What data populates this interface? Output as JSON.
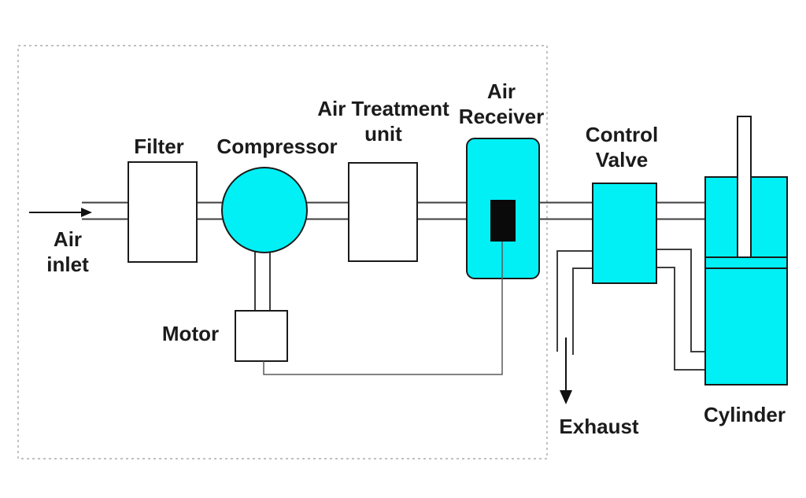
{
  "diagram": {
    "type": "pneumatic-system-schematic",
    "labels": {
      "air_inlet": "Air\ninlet",
      "filter": "Filter",
      "compressor": "Compressor",
      "motor": "Motor",
      "air_treatment_unit": "Air Treatment\nunit",
      "air_receiver": "Air\nReceiver",
      "control_valve": "Control\nValve",
      "exhaust": "Exhaust",
      "cylinder": "Cylinder"
    }
  },
  "colors": {
    "background": "#ffffff",
    "component_fill": "#00f0f5",
    "outline": "#1a1a1a",
    "line": "#3d3d3d",
    "signal_line": "#5a5a5a",
    "dashed_border": "#999999",
    "receiver_port": "#0a0a0a"
  }
}
